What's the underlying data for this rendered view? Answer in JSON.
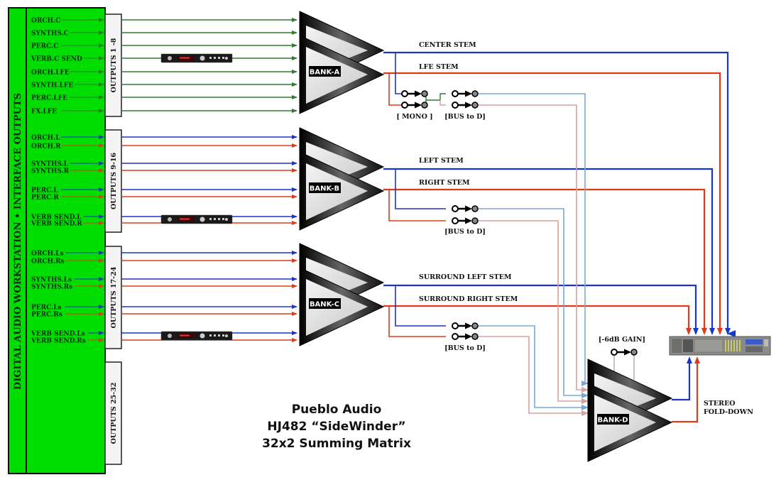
{
  "daw": {
    "side_label": "DIGITAL AUDIO WORKSTATION • INTERFACE OUTPUTS",
    "color": "#00dd00"
  },
  "output_groups": [
    {
      "label": "OUTPUTS  1 -8",
      "bank": "BANK-A",
      "channels": [
        {
          "name": "ORCH.C",
          "color": "green"
        },
        {
          "name": "SYNTHS.C",
          "color": "green"
        },
        {
          "name": "PERC.C",
          "color": "green"
        },
        {
          "name": "VERB.C SEND",
          "color": "green"
        },
        {
          "name": "ORCH.LFE",
          "color": "green"
        },
        {
          "name": "SYNTH.LFE",
          "color": "green"
        },
        {
          "name": "PERC.LFE",
          "color": "green"
        },
        {
          "name": "FX.LFE",
          "color": "green"
        }
      ]
    },
    {
      "label": "OUTPUTS  9-16",
      "bank": "BANK-B",
      "channels": [
        {
          "name": "ORCH.L",
          "color": "blue"
        },
        {
          "name": "ORCH.R",
          "color": "red"
        },
        {
          "name": "SYNTHS.L",
          "color": "blue"
        },
        {
          "name": "SYNTHS.R",
          "color": "red"
        },
        {
          "name": "PERC.L",
          "color": "blue"
        },
        {
          "name": "PERC.R",
          "color": "red"
        },
        {
          "name": "VERB SEND.L",
          "color": "blue"
        },
        {
          "name": "VERB SEND.R",
          "color": "red"
        }
      ]
    },
    {
      "label": "OUTPUTS  17-24",
      "bank": "BANK-C",
      "channels": [
        {
          "name": "ORCH.Ls",
          "color": "blue"
        },
        {
          "name": "ORCH.Rs",
          "color": "red"
        },
        {
          "name": "SYNTHS.Ls",
          "color": "blue"
        },
        {
          "name": "SYNTHS.Rs",
          "color": "red"
        },
        {
          "name": "PERC.Ls",
          "color": "blue"
        },
        {
          "name": "PERC.Rs",
          "color": "red"
        },
        {
          "name": "VERB SEND.Ls",
          "color": "blue"
        },
        {
          "name": "VERB SEND.Rs",
          "color": "red"
        }
      ]
    },
    {
      "label": "OUTPUTS  25-32",
      "bank": "",
      "channels": []
    }
  ],
  "stems": {
    "a_top": "CENTER STEM",
    "a_bot": "LFE STEM",
    "b_top": "LEFT STEM",
    "b_bot": "RIGHT STEM",
    "c_top": "SURROUND LEFT STEM",
    "c_bot": "SURROUND RIGHT STEM"
  },
  "switches": {
    "mono": "[ MONO ]",
    "bus_a": "[BUS to D]",
    "bus_b": "[BUS to D]",
    "bus_c": "[BUS to D]",
    "gain": "[-6dB GAIN]"
  },
  "banks": {
    "a": "BANK-A",
    "b": "BANK-B",
    "c": "BANK-C",
    "d": "BANK-D"
  },
  "stereo_label": [
    "STEREO",
    "FOLD-DOWN"
  ],
  "title": [
    "Pueblo Audio",
    "HJ482 “SideWinder”",
    "32x2 Summing Matrix"
  ],
  "colors": {
    "green": "#2e7d2e",
    "blue": "#1a35cc",
    "red": "#e03a1a",
    "light_blue": "#7aa8d6",
    "light_red": "#d9a0a0"
  }
}
